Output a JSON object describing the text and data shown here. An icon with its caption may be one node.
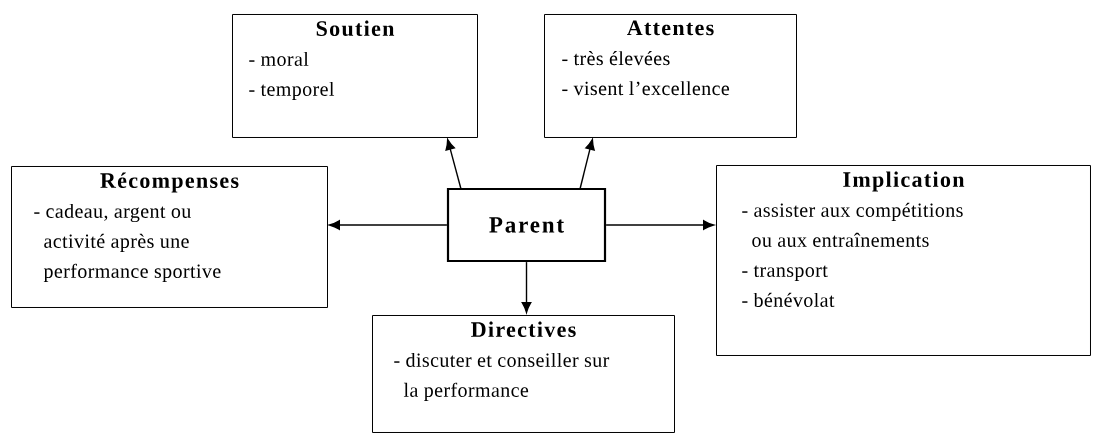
{
  "diagram": {
    "nodes": [
      {
        "text": [
          "Soutien",
          "- moral",
          "- temporel"
        ]
      },
      {
        "text": [
          "Attentes",
          "- très élevées",
          "- visent l’excellence"
        ]
      },
      {
        "text": [
          "Récompenses",
          "- cadeau, argent ou activité après une performance sportive"
        ]
      },
      {
        "text": [
          "Parent"
        ]
      },
      {
        "text": [
          "Implication",
          "- assister aux compétitions ou aux entraînements",
          "- transport",
          "- bénévolat"
        ]
      },
      {
        "text": [
          "Directives",
          "- discuter et conseiller sur la performance"
        ]
      }
    ],
    "edges": [
      {
        "from": 3,
        "to": 0,
        "arrow": "to"
      },
      {
        "from": 3,
        "to": 1,
        "arrow": "to"
      },
      {
        "from": 3,
        "to": 2,
        "arrow": "to"
      },
      {
        "from": 3,
        "to": 4,
        "arrow": "to"
      },
      {
        "from": 3,
        "to": 5,
        "arrow": "to"
      }
    ]
  }
}
